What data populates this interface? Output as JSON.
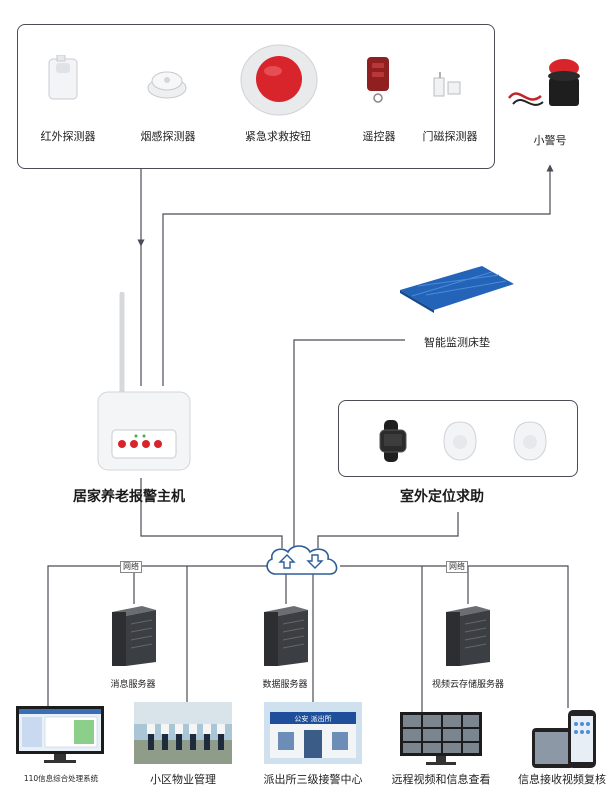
{
  "sensors": {
    "infrared": "红外探测器",
    "smoke": "烟感探测器",
    "emergency_button": "紧急求救按钮",
    "remote": "遥控器",
    "door_sensor": "门磁探测器"
  },
  "siren": "小警号",
  "bed_mat": "智能监测床垫",
  "host": "居家养老报警主机",
  "outdoor": "室外定位求助",
  "network_tag_left": "网络",
  "network_tag_right": "网络",
  "servers": {
    "message": "消息服务器",
    "data": "数据服务器",
    "video": "视频云存储服务器"
  },
  "endpoints": {
    "police110": "110信息综合处理系统",
    "property": "小区物业管理",
    "station": "派出所三级接警中心",
    "remote_video": "远程视频和信息查看",
    "receive": "信息接收视频复核"
  },
  "station_sign": "公安 派出所"
}
